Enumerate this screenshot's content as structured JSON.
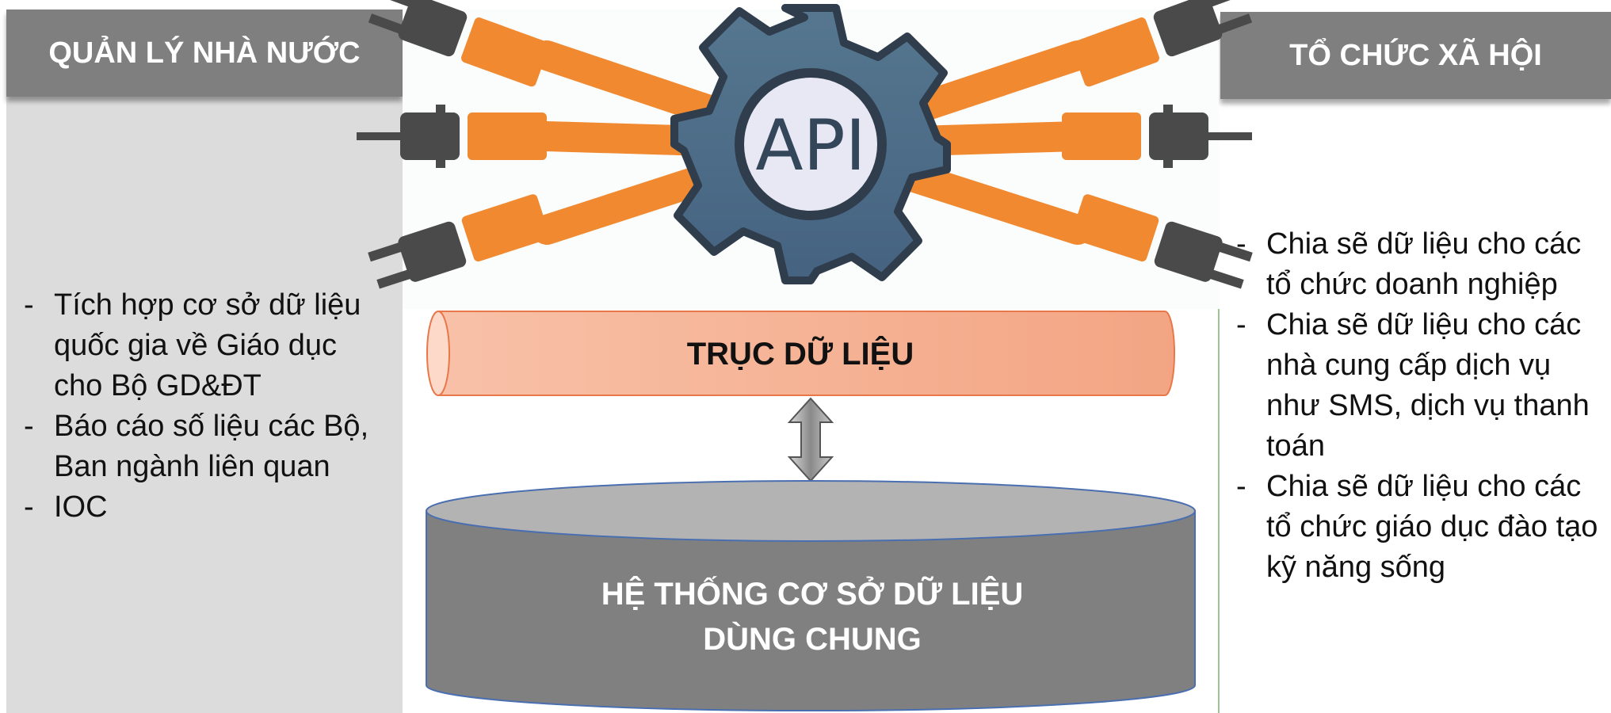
{
  "left": {
    "title": "QUẢN LÝ NHÀ NƯỚC",
    "items": [
      "Tích hợp cơ sở dữ liệu quốc gia về Giáo dục cho Bộ GD&ĐT",
      "Báo cáo số liệu các Bộ, Ban ngành liên quan",
      "IOC"
    ]
  },
  "right": {
    "title": "TỔ CHỨC XÃ HỘI",
    "items": [
      "Chia sẽ dữ liệu cho các tổ chức doanh nghiệp",
      "Chia sẽ dữ liệu cho các nhà cung cấp dịch vụ như SMS, dịch vụ thanh toán",
      "Chia sẽ dữ liệu cho các tổ chức giáo dục đào tạo kỹ năng sống"
    ]
  },
  "center": {
    "api_text": "API",
    "axis": "TRỤC DỮ LIỆU",
    "database_line1": "HỆ THỐNG CƠ SỞ DỮ LIỆU",
    "database_line2": "DÙNG CHUNG"
  },
  "colors": {
    "header_gray": "#7f7f7f",
    "panel_gray": "#dcdcdc",
    "gear_blue": "#4b6a86",
    "plug_orange": "#f0892f",
    "plug_dark": "#4a4a4a",
    "axis_salmon": "#f4a988",
    "database_gray": "#808080"
  }
}
